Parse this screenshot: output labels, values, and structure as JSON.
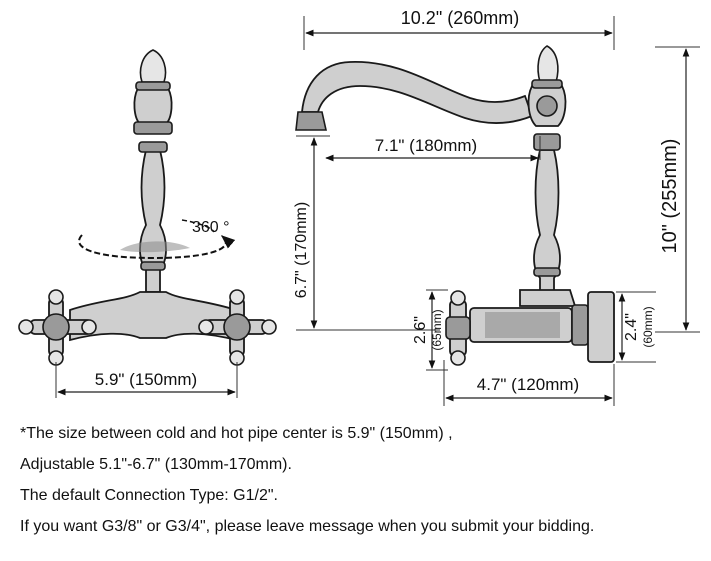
{
  "dimensions": {
    "overall_width": "10.2\" (260mm)",
    "spout_reach": "7.1\" (180mm)",
    "spout_height": "6.7\" (170mm)",
    "total_height": "10\" (255mm)",
    "valve_body_height_in": "2.6\"",
    "valve_body_height_mm": "(65mm)",
    "flange_height_in": "2.4\"",
    "flange_height_mm": "(60mm)",
    "projection": "4.7\" (120mm)",
    "center_distance": "5.9\" (150mm)"
  },
  "rotation_label": "360 °",
  "notes": [
    "*The size between cold and hot pipe center is 5.9\" (150mm) ,",
    "Adjustable 5.1\"-6.7\" (130mm-170mm).",
    "The default Connection Type: G1/2\".",
    "If you want G3/8\" or G3/4\", please leave message when you submit your bidding."
  ]
}
